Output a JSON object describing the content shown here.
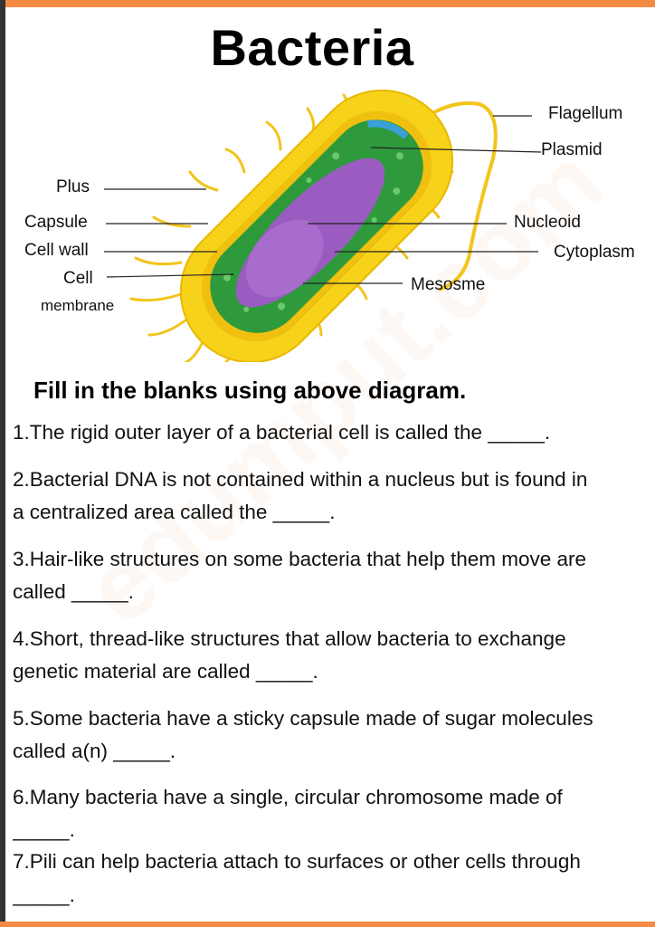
{
  "title": "Bacteria",
  "watermark": "edumput.com",
  "diagram": {
    "labels": {
      "plus": "Plus",
      "capsule": "Capsule",
      "cell_wall": "Cell wall",
      "cell": "Cell",
      "membrane": "membrane",
      "flagellum": "Flagellum",
      "plasmid": "Plasmid",
      "nucleoid": "Nucleoid",
      "cytoplasm": "Cytoplasm",
      "mesosme": "Mesosme"
    }
  },
  "heading": "Fill  in the blanks using above diagram.",
  "questions": [
    {
      "lines": [
        "1.The rigid outer layer of a bacterial cell is called the _____."
      ]
    },
    {
      "lines": [
        "2.Bacterial DNA is not contained within a nucleus but is found in",
        "a centralized area called the _____."
      ]
    },
    {
      "lines": [
        "3.Hair-like structures on some bacteria that help them move are",
        "called _____."
      ]
    },
    {
      "lines": [
        "4.Short, thread-like structures that allow bacteria to exchange",
        "genetic material are called _____."
      ]
    },
    {
      "lines": [
        "5.Some bacteria have a sticky capsule made of sugar molecules",
        "called a(n) _____."
      ]
    },
    {
      "lines": [
        "6.Many bacteria have a single, circular chromosome made of",
        "_____."
      ]
    },
    {
      "lines": [
        "7.Pili can help bacteria attach to surfaces or other cells through",
        "_____."
      ]
    }
  ],
  "colors": {
    "accent": "#f58a42",
    "capsule": "#f7d21a",
    "cytoplasm": "#2e9a3c",
    "nucleoid": "#9a5cc0",
    "plasmid": "#3aa0d8"
  }
}
